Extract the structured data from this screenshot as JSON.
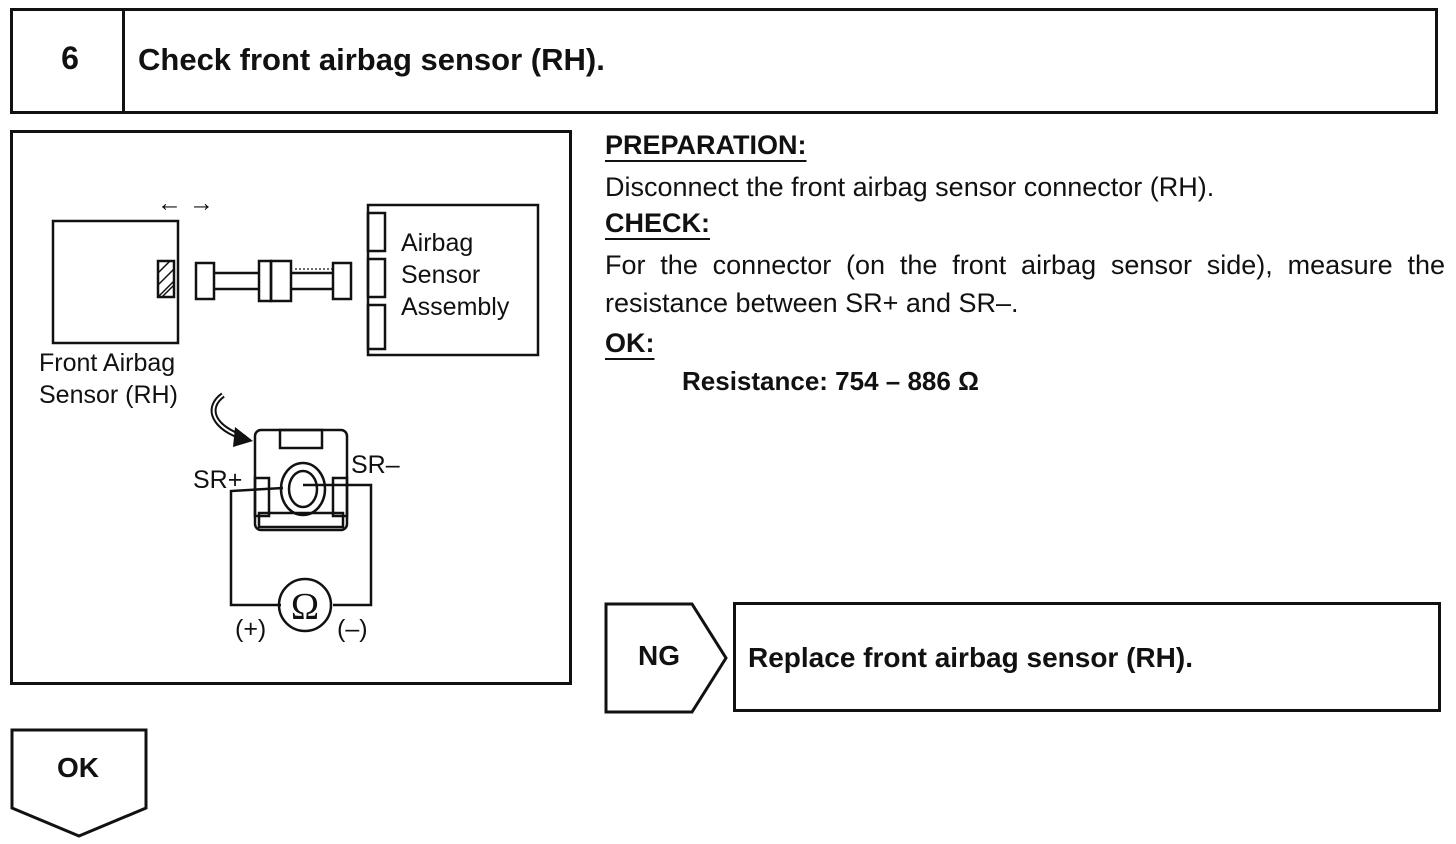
{
  "step": {
    "number": "6",
    "title": "Check front airbag sensor (RH)."
  },
  "illustration": {
    "arrows": "← →",
    "assembly_label": [
      "Airbag",
      "Sensor",
      "Assembly"
    ],
    "sensor_label": [
      "Front Airbag",
      "Sensor (RH)"
    ],
    "terminal_plus": "SR+",
    "terminal_minus": "SR–",
    "ohm_symbol": "Ω",
    "probe_plus": "(+)",
    "probe_minus": "(–)"
  },
  "preparation": {
    "heading": "PREPARATION:",
    "text": "Disconnect the front airbag sensor connector (RH)."
  },
  "check": {
    "heading": "CHECK:",
    "text": "For the connector (on the front airbag sensor side), measure the resistance between SR+ and SR–."
  },
  "ok_spec": {
    "heading": "OK:",
    "text": "Resistance: 754 – 886 Ω"
  },
  "ng_branch": {
    "label": "NG",
    "action": "Replace front airbag sensor (RH)."
  },
  "ok_branch": {
    "label": "OK"
  }
}
